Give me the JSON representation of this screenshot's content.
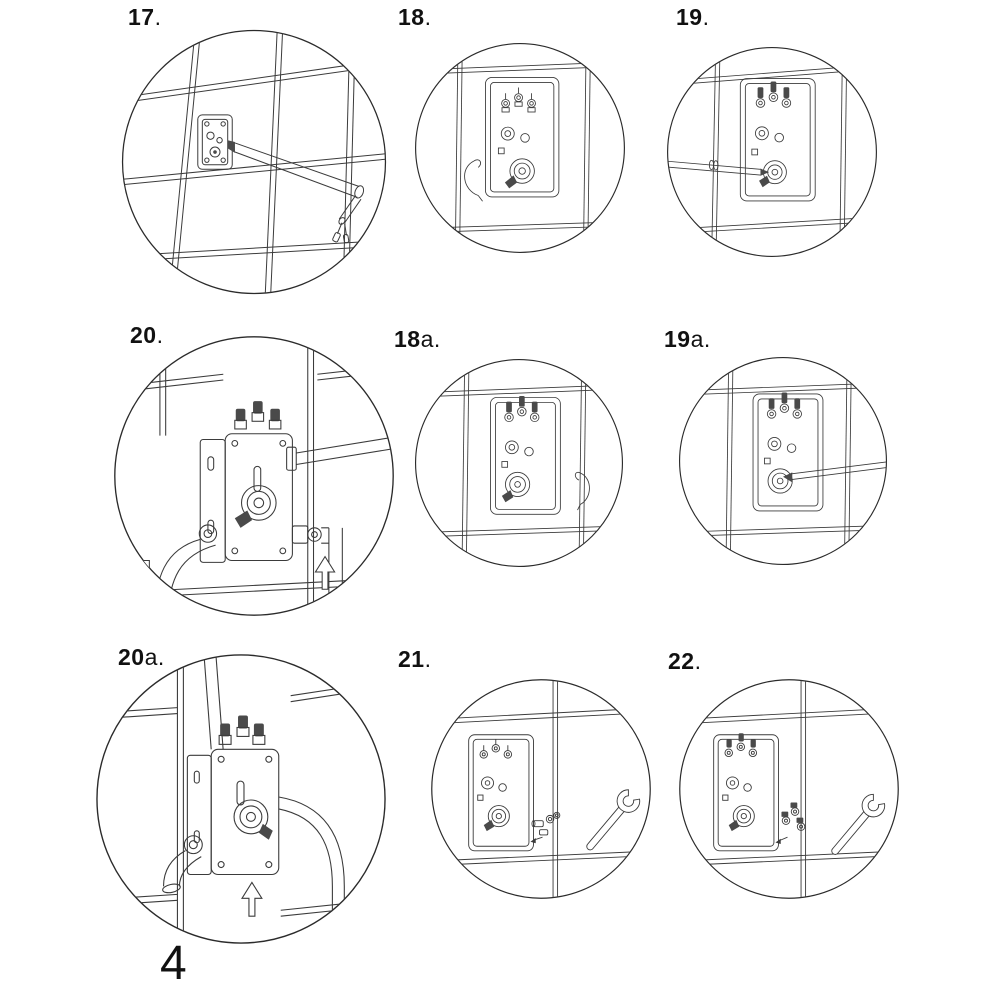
{
  "page": {
    "number": "4"
  },
  "steps": [
    {
      "num": "17",
      "suffix": "."
    },
    {
      "num": "18",
      "suffix": "."
    },
    {
      "num": "19",
      "suffix": "."
    },
    {
      "num": "20",
      "suffix": "."
    },
    {
      "num": "18",
      "suffix": "a."
    },
    {
      "num": "19",
      "suffix": "a."
    },
    {
      "num": "20",
      "suffix": "a."
    },
    {
      "num": "21",
      "suffix": "."
    },
    {
      "num": "22",
      "suffix": "."
    }
  ],
  "colors": {
    "line": "#3b3b3b",
    "dark_fill": "#4a4a4a",
    "background": "#ffffff"
  }
}
